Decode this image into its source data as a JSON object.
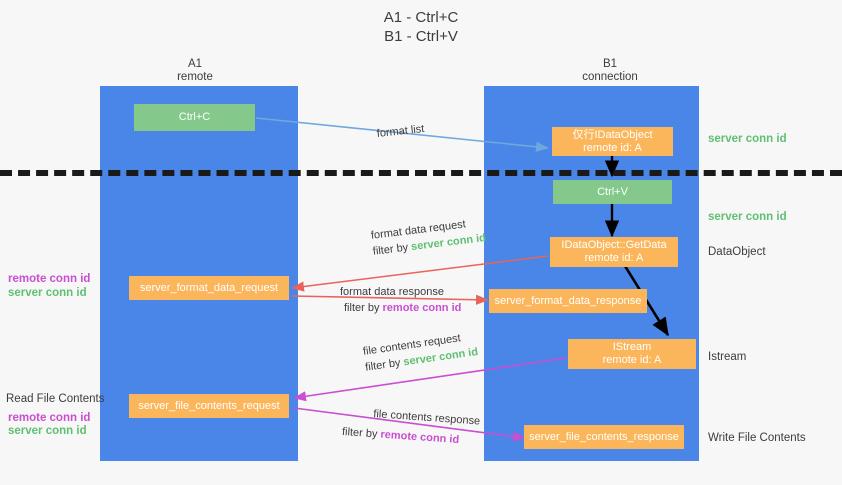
{
  "title": "A1 - Ctrl+C\nB1 - Ctrl+V",
  "colors": {
    "lane": "#4a86e8",
    "green_box": "#84c98b",
    "orange_box": "#fbb65c",
    "server_conn_id": "#5fbf72",
    "remote_conn_id": "#c94ed0",
    "arrow_blue": "#6fa8dc",
    "arrow_red": "#e8645a",
    "arrow_magenta": "#c94ed0",
    "arrow_black": "#000000",
    "divider": "#1a1a1a",
    "background": "#f7f7f7"
  },
  "columns": [
    {
      "name": "A1",
      "sub": "remote",
      "header": "A1\nremote"
    },
    {
      "name": "B1",
      "sub": "connection",
      "header": "B1\nconnection"
    }
  ],
  "boxes": {
    "ctrl_c": "Ctrl+C",
    "idataobject_offer": "仅行IDataObject\nremote id: A",
    "ctrl_v": "Ctrl+V",
    "getdata": "IDataObject::GetData\nremote id: A",
    "server_format_data_request": "server_format_data_request",
    "server_format_data_response": "server_format_data_response",
    "istream": "IStream\nremote id: A",
    "server_file_contents_request": "server_file_contents_request",
    "server_file_contents_response": "server_file_contents_response"
  },
  "annotations": {
    "format_list": "format list",
    "format_data_request": "format data request",
    "format_data_request_filter_prefix": "filter by ",
    "format_data_request_filter_key": "server conn id",
    "format_data_response": "format data response",
    "format_data_response_filter_prefix": "filter by ",
    "format_data_response_filter_key": "remote conn id",
    "file_contents_request": "file contents request",
    "file_contents_request_filter_prefix": "filter by ",
    "file_contents_request_filter_key": "server conn id",
    "file_contents_response": "file contents response",
    "file_contents_response_filter_prefix": "filter by ",
    "file_contents_response_filter_key": "remote conn id"
  },
  "right_labels": {
    "server_conn_id_top": "server conn id",
    "server_conn_id_second": "server conn id",
    "dataobject": "DataObject",
    "istream": "Istream",
    "write_file_contents": "Write File Contents"
  },
  "left_labels": {
    "remote_conn_id_upper": "remote conn id",
    "server_conn_id_upper": "server conn id",
    "read_file_contents": "Read File Contents",
    "remote_conn_id_lower": "remote conn id",
    "server_conn_id_lower": "server conn id"
  }
}
